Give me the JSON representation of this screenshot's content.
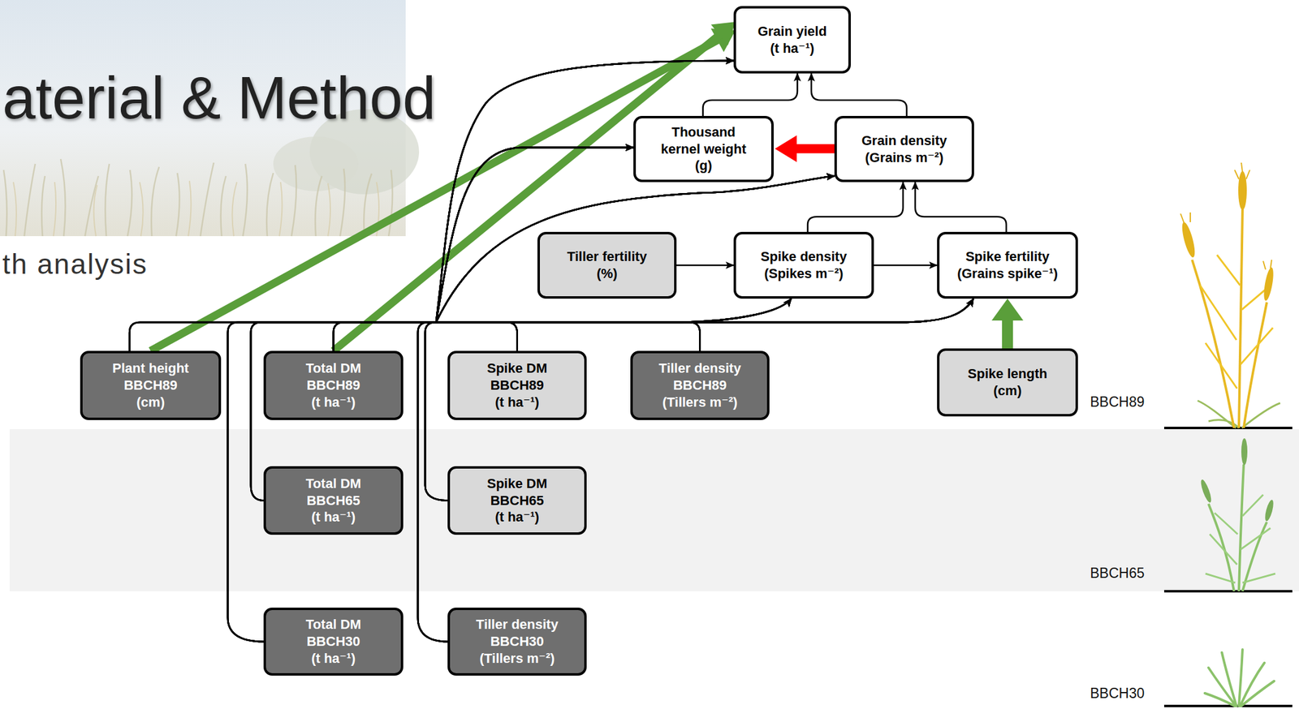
{
  "diagram": {
    "title": "aterial & Method",
    "nodes": [
      {
        "text": [
          "Grain yield (t ha⁻¹)"
        ]
      },
      {
        "text": [
          "Thousand kernel weight (g)"
        ]
      },
      {
        "text": [
          "Grain density (Grains m⁻²)"
        ]
      },
      {
        "text": [
          "Tiller fertility (%)"
        ]
      },
      {
        "text": [
          "Spike density (Spikes m⁻²)"
        ]
      },
      {
        "text": [
          "Spike fertility (Grains spike⁻¹)"
        ]
      },
      {
        "text": [
          "Plant height BBCH89 (cm)"
        ]
      },
      {
        "text": [
          "Total DM BBCH89 (t ha⁻¹)"
        ]
      },
      {
        "text": [
          "Spike DM BBCH89 (t ha⁻¹)"
        ]
      },
      {
        "text": [
          "Tiller density BBCH89 (Tillers m⁻²)"
        ]
      },
      {
        "text": [
          "Spike length (cm)"
        ]
      },
      {
        "text": [
          "Total DM BBCH65 (t ha⁻¹)"
        ]
      },
      {
        "text": [
          "Spike DM BBCH65 (t ha⁻¹)"
        ]
      },
      {
        "text": [
          "Total DM BBCH30 (t ha⁻¹)"
        ]
      },
      {
        "text": [
          "Tiller density BBCH30 (Tillers m⁻²)"
        ]
      }
    ],
    "edges": [
      {
        "from": 1,
        "to": 0,
        "arrow": "to"
      },
      {
        "from": 2,
        "to": 0,
        "arrow": "to"
      },
      {
        "from": 2,
        "to": 1,
        "arrow": "to"
      },
      {
        "from": 3,
        "to": 4,
        "arrow": "to"
      },
      {
        "from": 4,
        "to": 5,
        "arrow": "to"
      },
      {
        "from": 4,
        "to": 2,
        "arrow": "to"
      },
      {
        "from": 5,
        "to": 2,
        "arrow": "to"
      },
      {
        "from": 6,
        "to": 0,
        "arrow": "to"
      },
      {
        "from": 7,
        "to": 0,
        "arrow": "to"
      },
      {
        "from": 10,
        "to": 5,
        "arrow": "to"
      },
      {
        "from": 6,
        "to": 0,
        "arrow": "to"
      },
      {
        "from": 6,
        "to": 1,
        "arrow": "to"
      },
      {
        "from": 6,
        "to": 2,
        "arrow": "to"
      },
      {
        "from": 6,
        "to": 4,
        "arrow": "to"
      },
      {
        "from": 6,
        "to": 5,
        "arrow": "to"
      },
      {
        "from": 7,
        "to": 0,
        "arrow": "to"
      },
      {
        "from": 7,
        "to": 1,
        "arrow": "to"
      },
      {
        "from": 7,
        "to": 2,
        "arrow": "to"
      },
      {
        "from": 7,
        "to": 4,
        "arrow": "to"
      },
      {
        "from": 7,
        "to": 5,
        "arrow": "to"
      },
      {
        "from": 8,
        "to": 0,
        "arrow": "to"
      },
      {
        "from": 8,
        "to": 1,
        "arrow": "to"
      },
      {
        "from": 8,
        "to": 2,
        "arrow": "to"
      },
      {
        "from": 8,
        "to": 4,
        "arrow": "to"
      },
      {
        "from": 8,
        "to": 5,
        "arrow": "to"
      },
      {
        "from": 9,
        "to": 0,
        "arrow": "to"
      },
      {
        "from": 9,
        "to": 1,
        "arrow": "to"
      },
      {
        "from": 9,
        "to": 2,
        "arrow": "to"
      },
      {
        "from": 9,
        "to": 4,
        "arrow": "to"
      },
      {
        "from": 9,
        "to": 5,
        "arrow": "to"
      },
      {
        "from": 11,
        "to": 0,
        "arrow": "to"
      },
      {
        "from": 11,
        "to": 1,
        "arrow": "to"
      },
      {
        "from": 11,
        "to": 2,
        "arrow": "to"
      },
      {
        "from": 11,
        "to": 4,
        "arrow": "to"
      },
      {
        "from": 11,
        "to": 5,
        "arrow": "to"
      },
      {
        "from": 12,
        "to": 0,
        "arrow": "to"
      },
      {
        "from": 12,
        "to": 1,
        "arrow": "to"
      },
      {
        "from": 12,
        "to": 2,
        "arrow": "to"
      },
      {
        "from": 12,
        "to": 4,
        "arrow": "to"
      },
      {
        "from": 12,
        "to": 5,
        "arrow": "to"
      },
      {
        "from": 13,
        "to": 0,
        "arrow": "to"
      },
      {
        "from": 13,
        "to": 1,
        "arrow": "to"
      },
      {
        "from": 13,
        "to": 2,
        "arrow": "to"
      },
      {
        "from": 13,
        "to": 4,
        "arrow": "to"
      },
      {
        "from": 13,
        "to": 5,
        "arrow": "to"
      },
      {
        "from": 14,
        "to": 0,
        "arrow": "to"
      },
      {
        "from": 14,
        "to": 1,
        "arrow": "to"
      },
      {
        "from": 14,
        "to": 2,
        "arrow": "to"
      },
      {
        "from": 14,
        "to": 4,
        "arrow": "to"
      },
      {
        "from": 14,
        "to": 5,
        "arrow": "to"
      }
    ],
    "labels": [
      "th analysis",
      "BBCH89",
      "BBCH65",
      "BBCH30"
    ]
  }
}
